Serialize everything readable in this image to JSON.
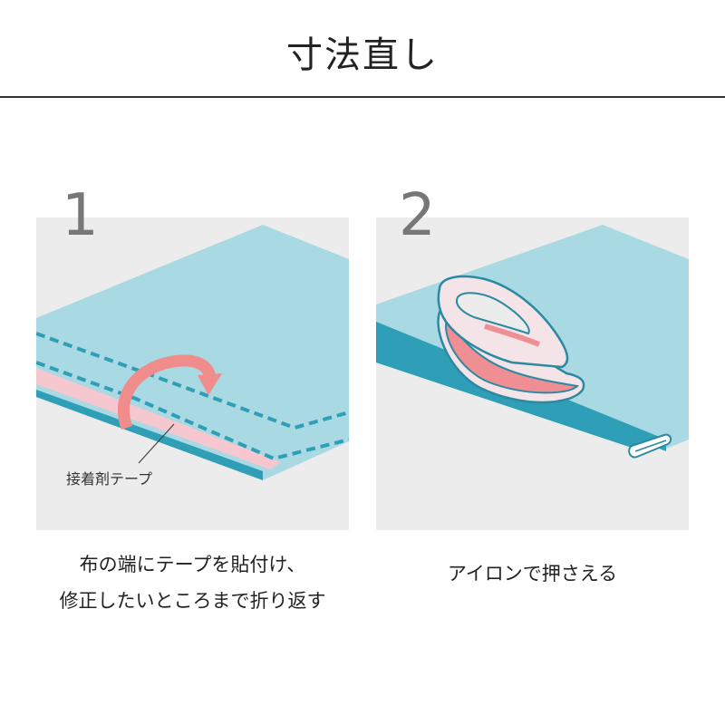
{
  "title": "寸法直し",
  "steps": [
    {
      "number": "1",
      "caption_line1": "布の端にテープを貼付け、",
      "caption_line2": "修正したいところまで折り返す",
      "label": "接着剤テープ"
    },
    {
      "number": "2",
      "caption_line1": "アイロンで押さえる"
    }
  ],
  "colors": {
    "fabric_light": "#a9d9e2",
    "fabric_dark": "#2e9fb7",
    "tape_pink": "#f6c7cf",
    "arrow_coral": "#f08c8c",
    "iron_body": "#f4e4e8",
    "iron_stripe": "#ef8f94",
    "iron_outline": "#2b8aa2",
    "panel_bg": "#ececec"
  }
}
